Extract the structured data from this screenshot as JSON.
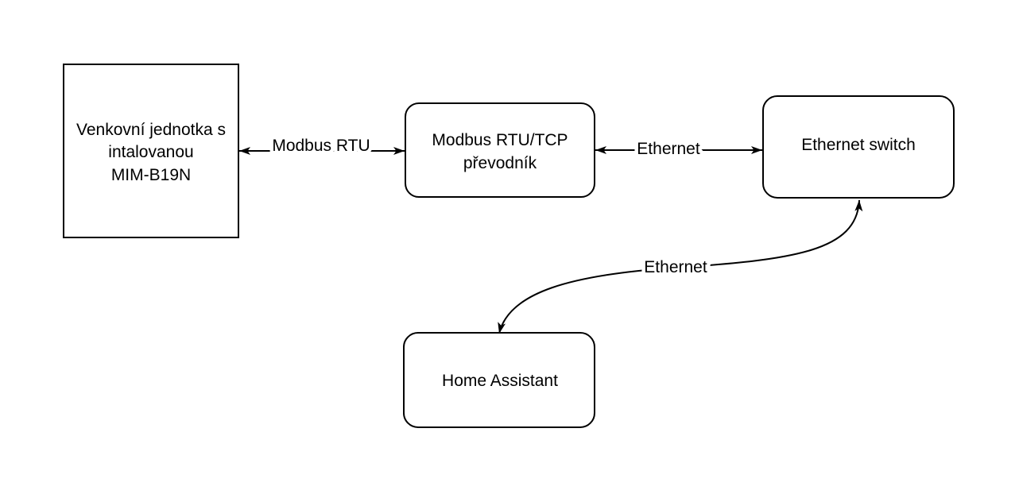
{
  "diagram": {
    "colors": {
      "background": "#ffffff",
      "shape_fill": "#ffffff",
      "shape_stroke": "#000000",
      "text": "#000000"
    },
    "nodes": {
      "outdoor_unit": {
        "shape": "rectangle",
        "label_lines": [
          "Venkovní jednotka s",
          "intalovanou",
          "MIM-B19N"
        ]
      },
      "converter": {
        "shape": "rounded-rectangle",
        "label_lines": [
          "Modbus RTU/TCP",
          "převodník"
        ]
      },
      "ethernet_switch": {
        "shape": "rounded-rectangle",
        "label_lines": [
          "Ethernet switch"
        ]
      },
      "home_assistant": {
        "shape": "rounded-rectangle",
        "label_lines": [
          "Home Assistant"
        ]
      }
    },
    "edges": {
      "outdoor_converter": {
        "style": "bidirectional-arrow",
        "label": "Modbus RTU"
      },
      "converter_switch": {
        "style": "bidirectional-arrow",
        "label": "Ethernet"
      },
      "switch_home_assistant": {
        "style": "bidirectional-curved-arrow",
        "label": "Ethernet"
      }
    }
  }
}
